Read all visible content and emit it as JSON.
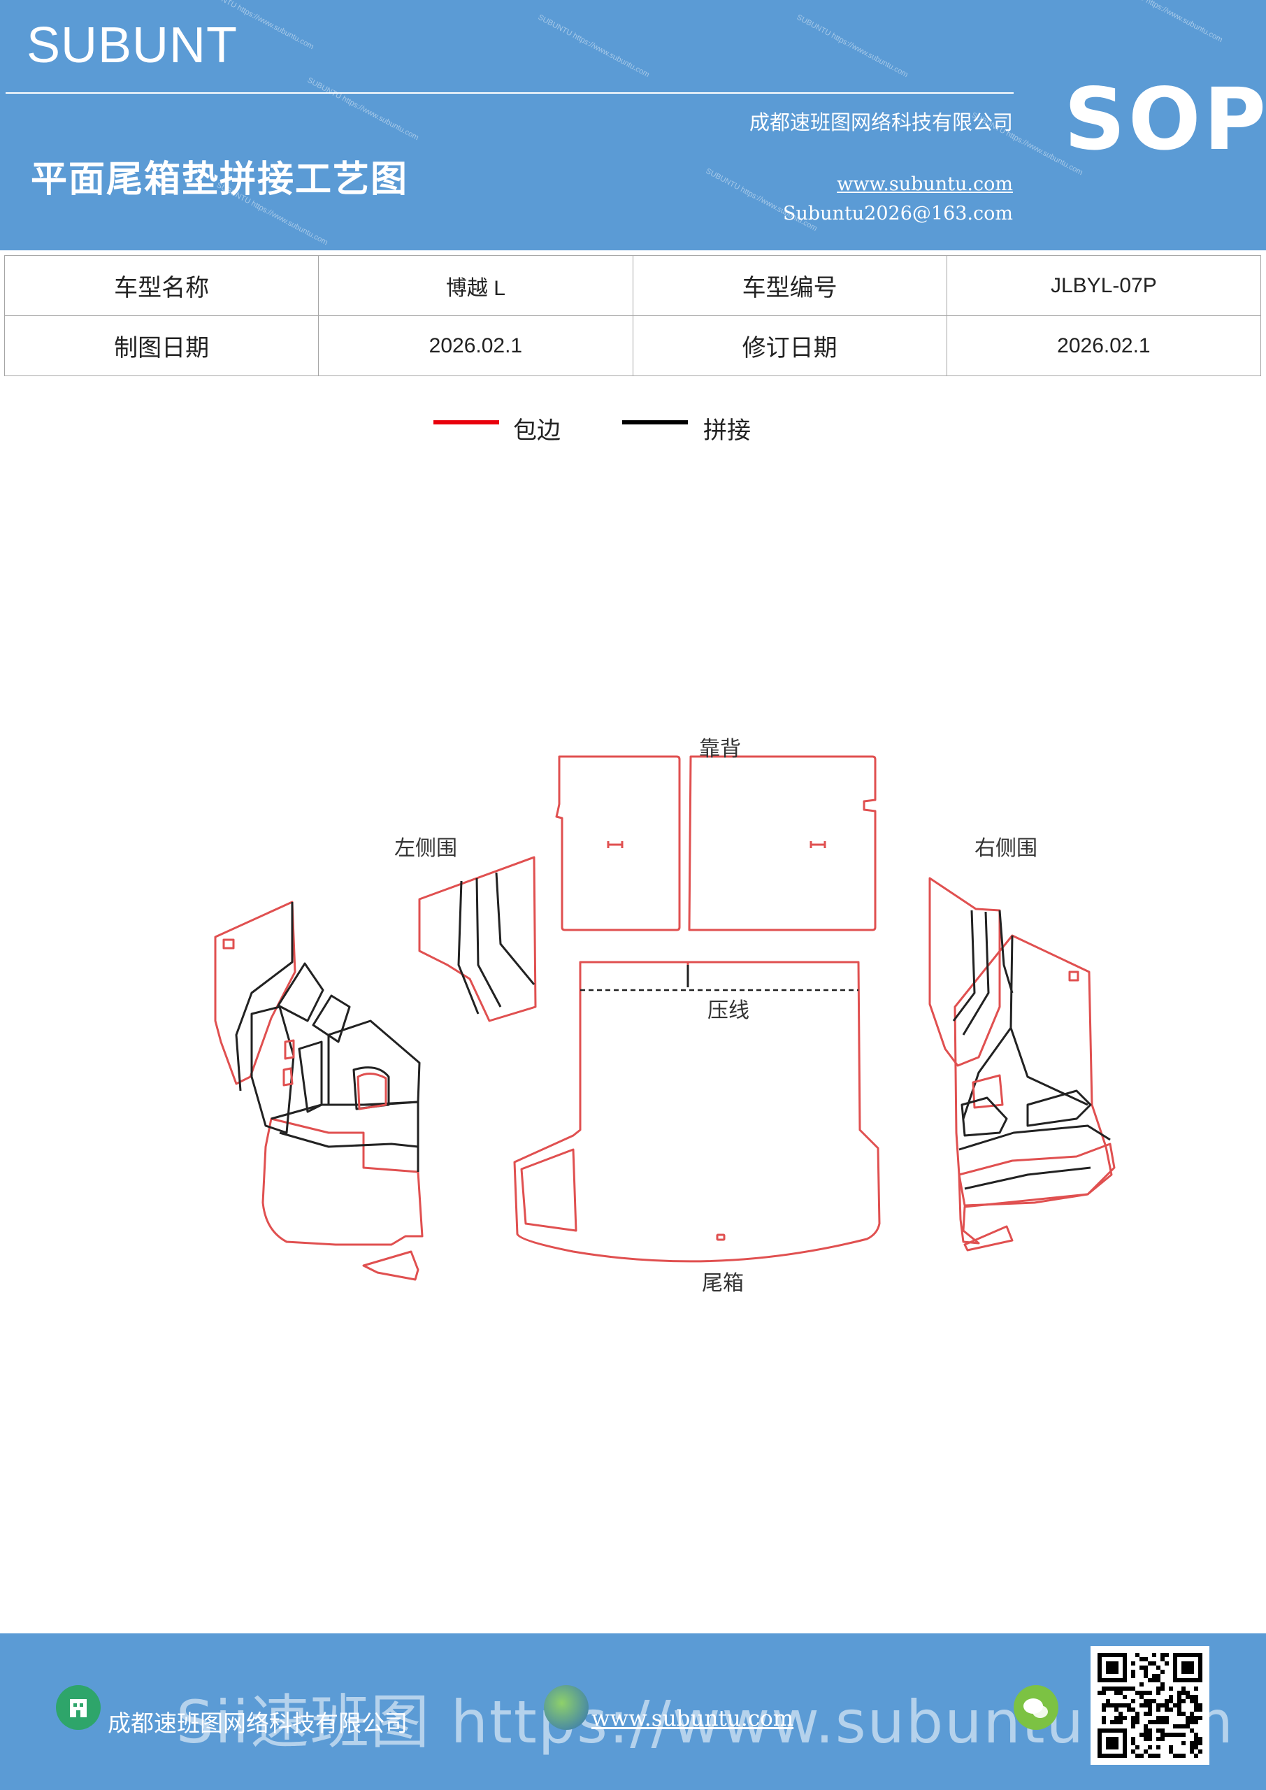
{
  "header": {
    "brand": "SUBUNT",
    "title": "平面尾箱垫拼接工艺图",
    "company": "成都速班图网络科技有限公司",
    "website": "www.subuntu.com",
    "email": "Subuntu2026@163.com",
    "sop": "SOP",
    "watermark": "SUBUNTU https://www.subuntu.com"
  },
  "info_table": {
    "model_name_label": "车型名称",
    "model_name_value": "博越 L",
    "model_code_label": "车型编号",
    "model_code_value": "JLBYL-07P",
    "draw_date_label": "制图日期",
    "draw_date_value": "2026.02.1",
    "revise_date_label": "修订日期",
    "revise_date_value": "2026.02.1"
  },
  "legend": {
    "items": [
      {
        "label": "包边",
        "color": "#e8000b"
      },
      {
        "label": "拼接",
        "color": "#000000"
      }
    ]
  },
  "drawing": {
    "labels": {
      "backrest": "靠背",
      "left_side": "左侧围",
      "right_side": "右侧围",
      "crease": "压线",
      "trunk": "尾箱"
    },
    "colors": {
      "edge": "#e05050",
      "splice": "#222222"
    }
  },
  "footer": {
    "company": "成都速班图网络科技有限公司",
    "website": "www.subuntu.com",
    "watermark": "Sii速班图 https://www.subuntu.com"
  }
}
